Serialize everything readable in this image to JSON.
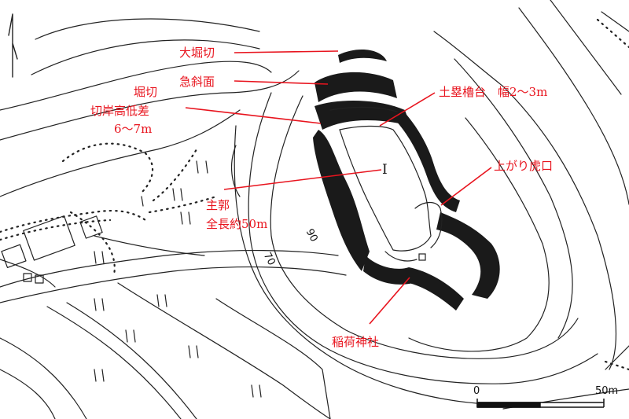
{
  "map": {
    "labels": {
      "oohorikiri": "大堀切",
      "kyushamen": "急斜面",
      "horikiri": "堀切",
      "kirigishi": "切岸高低差",
      "kirigishi_height": "6～7m",
      "dorui": "土塁櫓台　幅2～3m",
      "agari_koguchi": "上がり虎口",
      "shukaku": "主郭",
      "shukaku_length": "全長約50m",
      "inari": "稲荷神社"
    },
    "bailey_mark": "I",
    "contours": {
      "c70": "70",
      "c90": "90"
    },
    "scale": {
      "start": "0",
      "end": "50m"
    },
    "colors": {
      "annotation": "#e8141e",
      "linework": "#111111",
      "background": "#ffffff"
    }
  }
}
